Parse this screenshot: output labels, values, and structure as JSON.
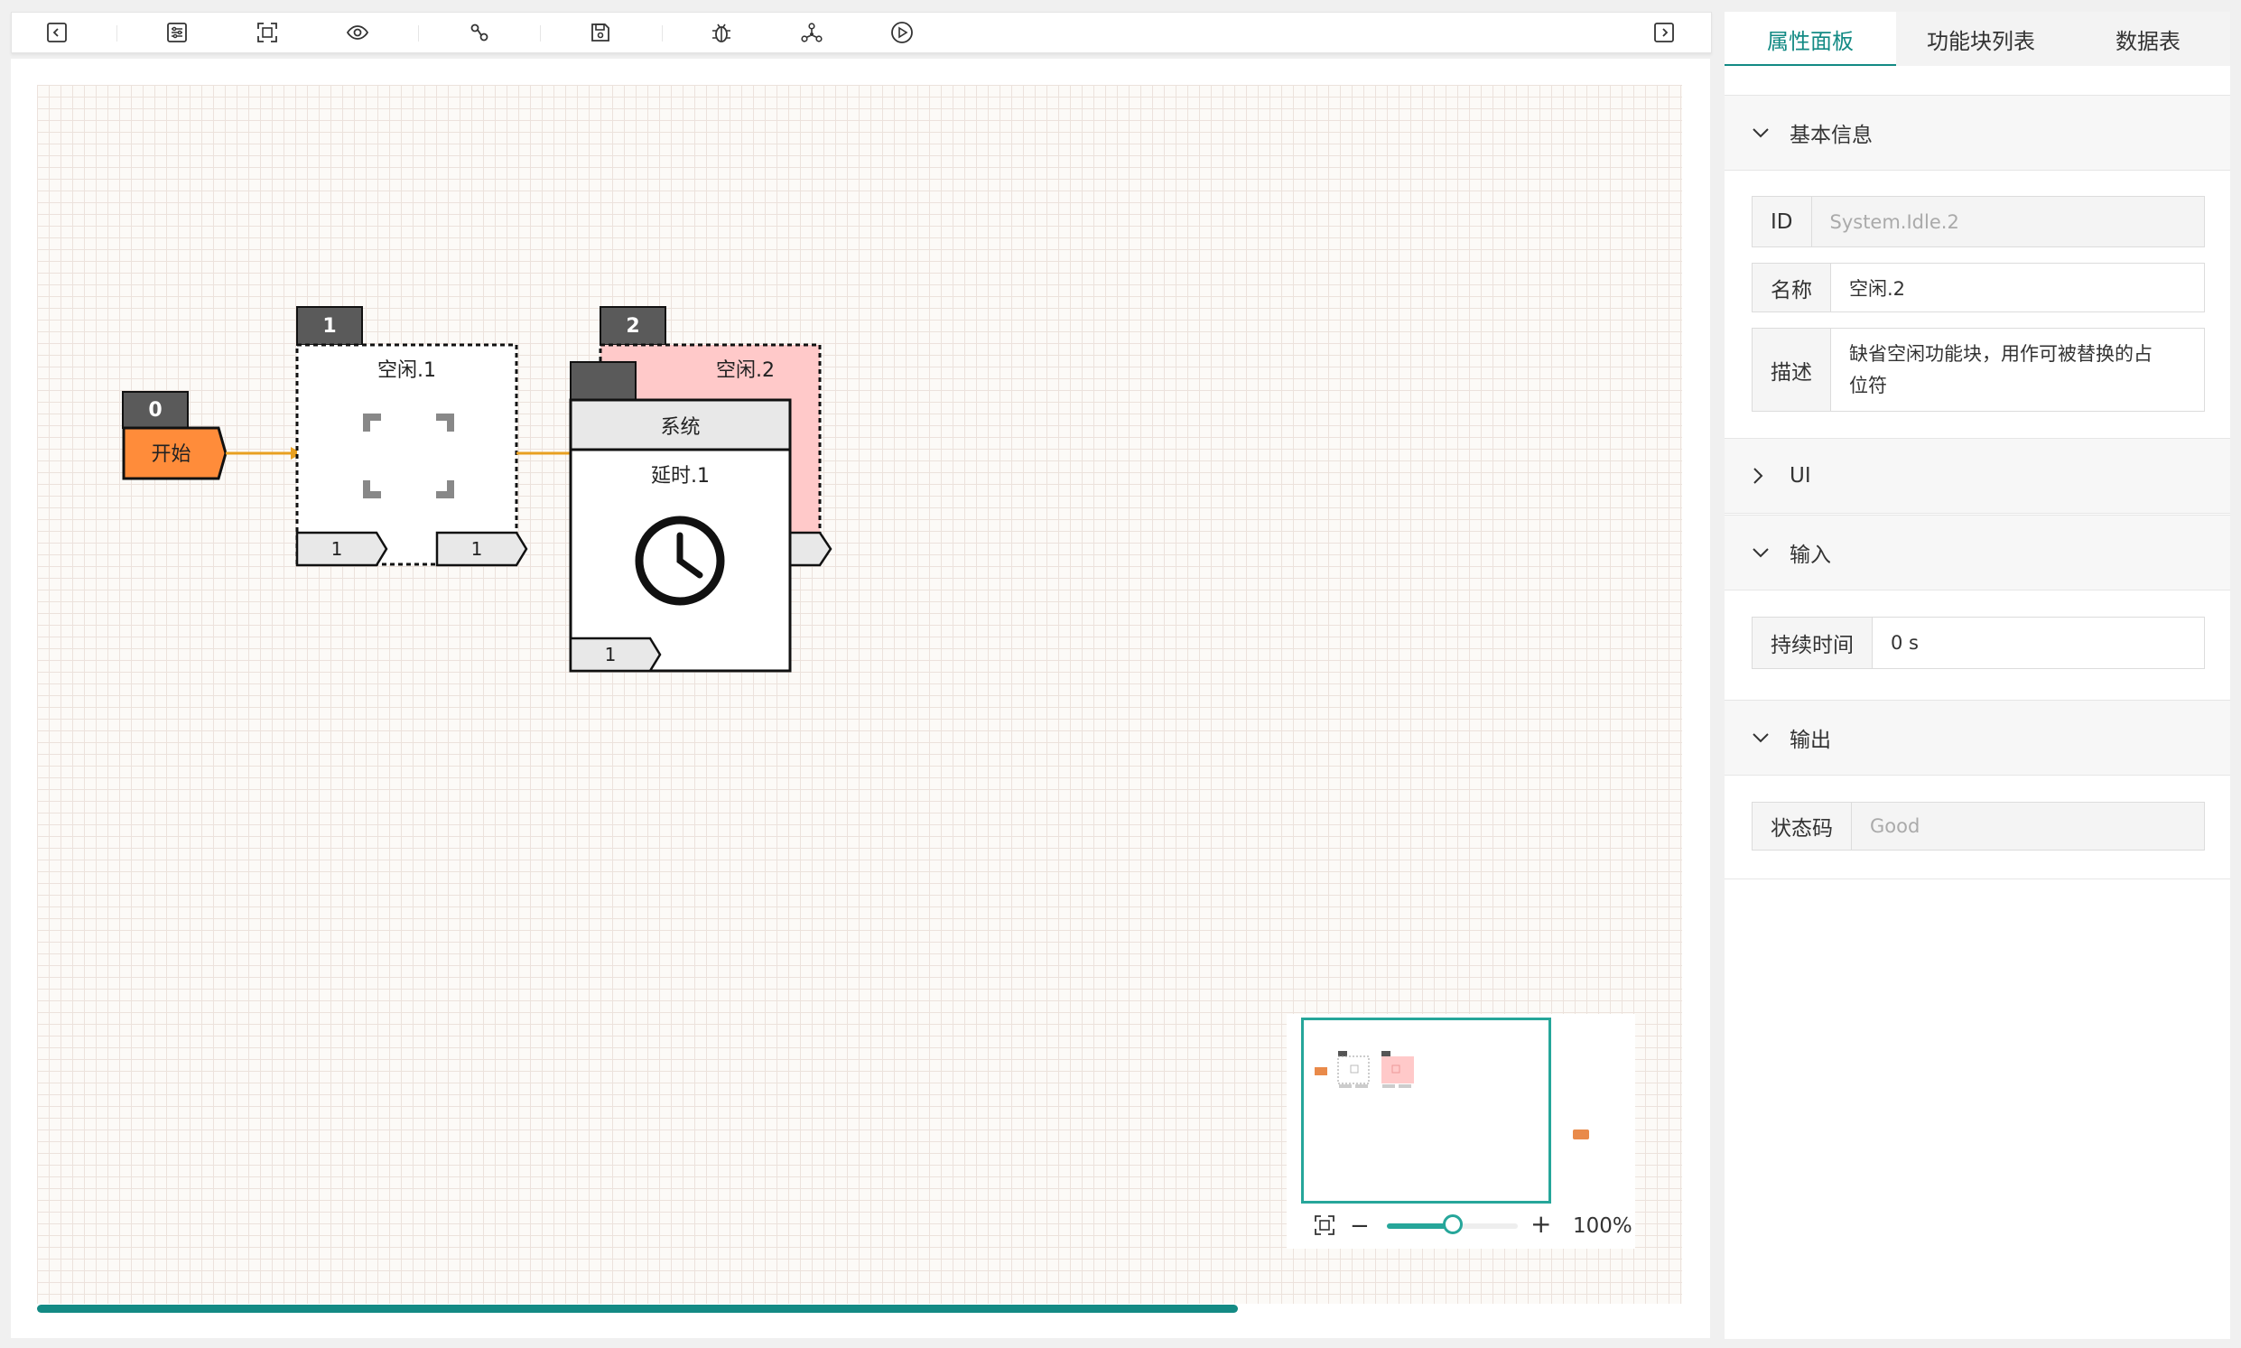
{
  "toolbar": {
    "left_icons": [
      "collapse-left-icon",
      "settings-icon",
      "fit-view-icon",
      "eye-icon",
      "link-icon",
      "save-icon",
      "debug-bug-icon",
      "network-icon",
      "play-icon"
    ],
    "right_icon": "collapse-right-icon"
  },
  "canvas": {
    "start_node": {
      "index": "0",
      "label": "开始",
      "color": "#ff8c3a"
    },
    "idle1": {
      "index": "1",
      "title": "空闲.1",
      "pin_in": "1",
      "pin_out": "1"
    },
    "idle2": {
      "index": "2",
      "title": "空闲.2",
      "color": "#ffc9c9"
    },
    "delay": {
      "category": "系统",
      "title": "延时.1",
      "pin_in": "1"
    },
    "edge_color": "#e8a020",
    "grid_color": "#ece2dc"
  },
  "minimap": {
    "zoom_value": "100%",
    "zoom_fraction": 0.5,
    "accent": "#26a69a"
  },
  "right_panel": {
    "tabs": [
      {
        "label": "属性面板",
        "active": true
      },
      {
        "label": "功能块列表",
        "active": false
      },
      {
        "label": "数据表",
        "active": false
      }
    ],
    "sections": {
      "basic": {
        "title": "基本信息",
        "expanded": true,
        "id_label": "ID",
        "id_value": "System.Idle.2",
        "name_label": "名称",
        "name_value": "空闲.2",
        "desc_label": "描述",
        "desc_value_line1": "缺省空闲功能块，用作可被替换的占",
        "desc_value_line2": "位符"
      },
      "ui": {
        "title": "UI",
        "expanded": false
      },
      "input": {
        "title": "输入",
        "expanded": true,
        "duration_label": "持续时间",
        "duration_value": "0 s"
      },
      "output": {
        "title": "输出",
        "expanded": true,
        "status_label": "状态码",
        "status_value": "Good"
      }
    },
    "accent": "#138a84"
  }
}
